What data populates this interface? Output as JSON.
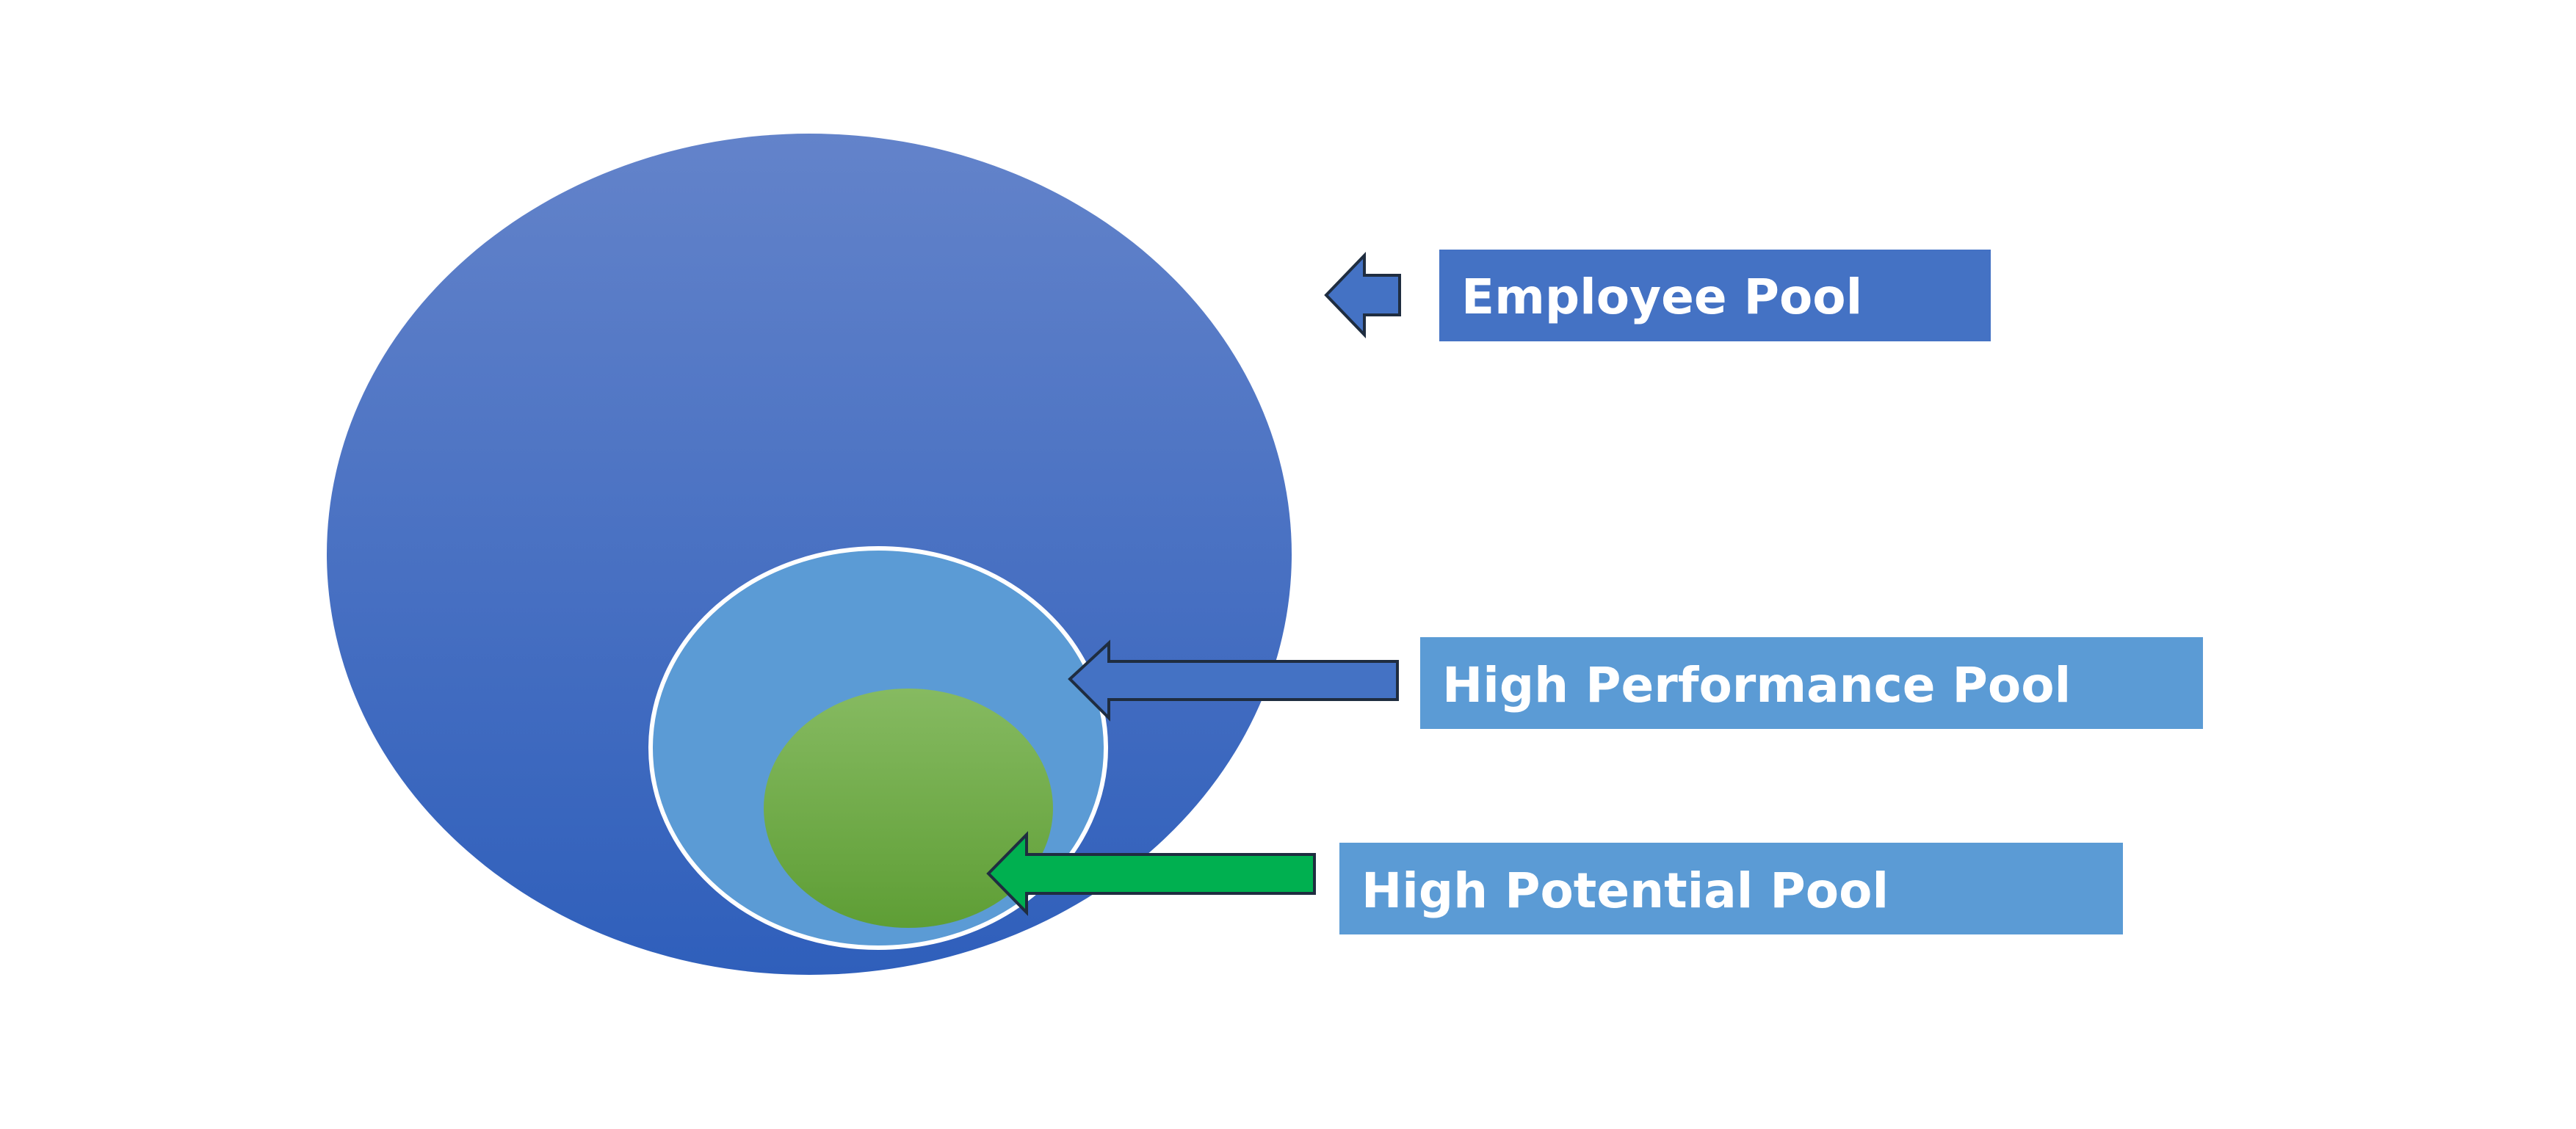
{
  "diagram": {
    "pools": [
      {
        "id": "employee",
        "label": "Employee Pool",
        "color": "#4472C4",
        "arrow_color": "#4472C4"
      },
      {
        "id": "high-performance",
        "label": "High Performance Pool",
        "color": "#5B9BD5",
        "arrow_color": "#4472C4"
      },
      {
        "id": "high-potential",
        "label": "High Potential Pool",
        "color": "#5B9BD5",
        "arrow_color": "#00B050"
      }
    ],
    "colors": {
      "employee_circle_top": "#6383CA",
      "employee_circle_bottom": "#2F5FBB",
      "performance_circle": "#5B9BD5",
      "potential_circle_top": "#86BA61",
      "potential_circle_bottom": "#5E9E35",
      "ring_border": "#FFFFFF",
      "arrow_outline": "#1F2D40"
    }
  }
}
